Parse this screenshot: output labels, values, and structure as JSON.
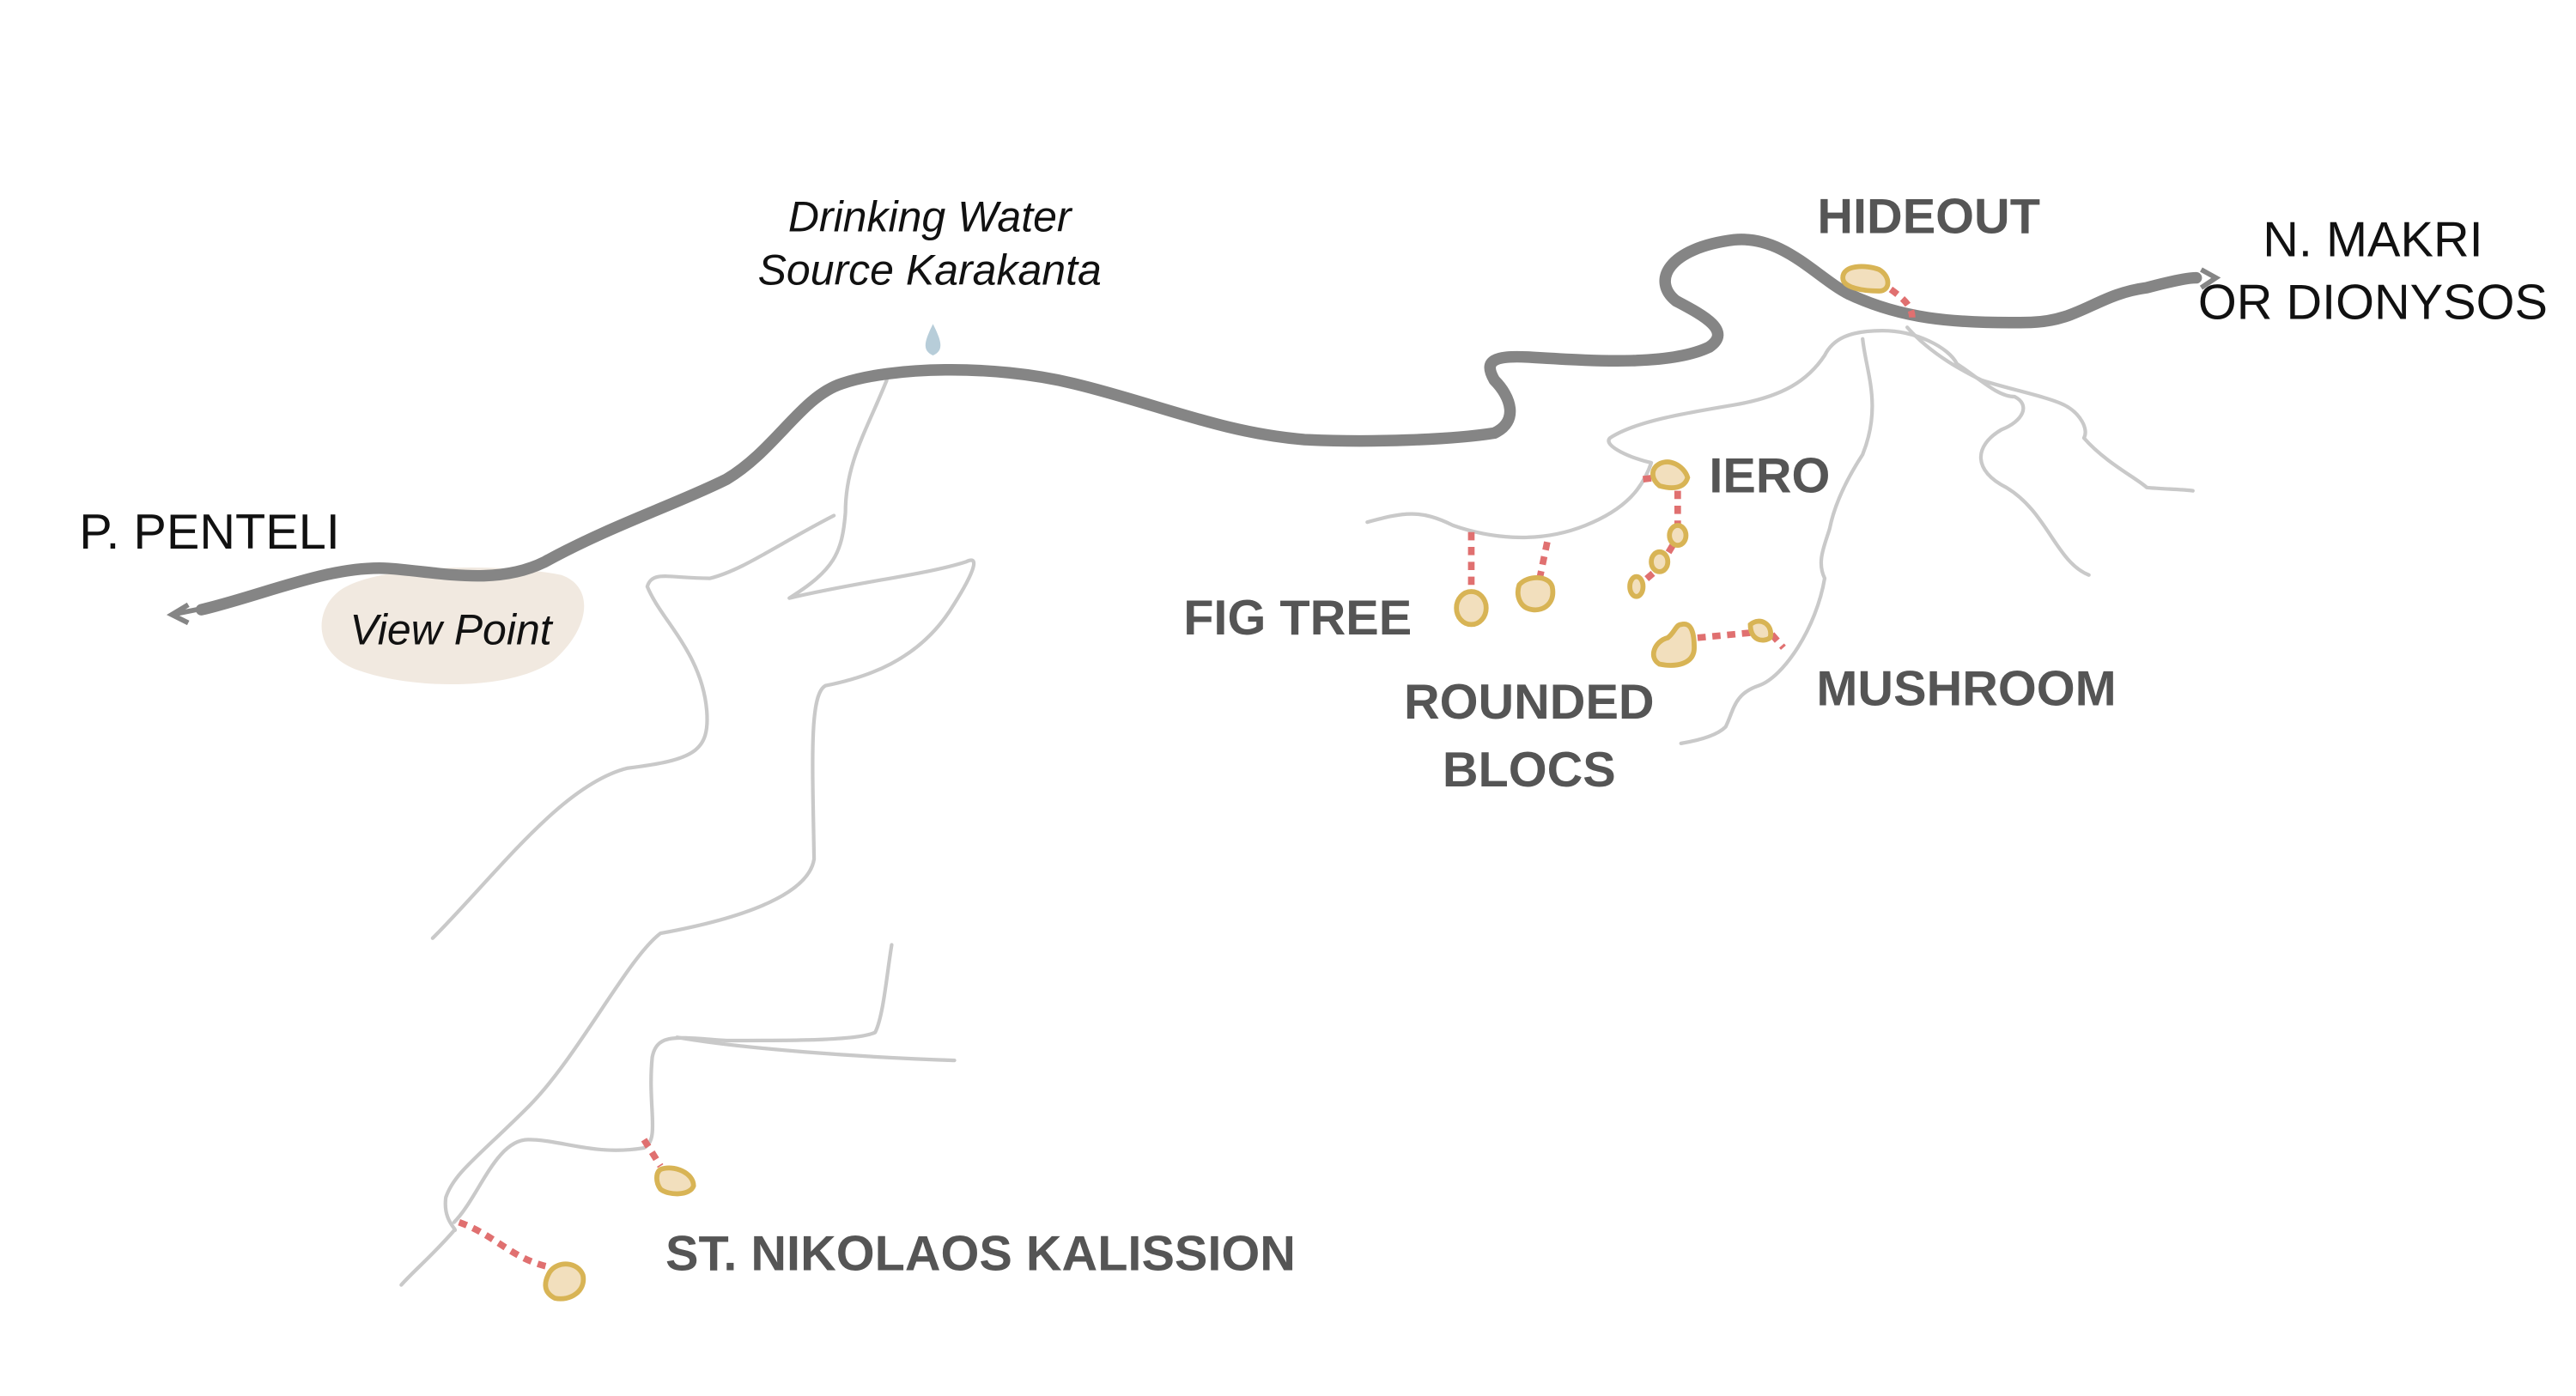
{
  "map": {
    "destinations": {
      "west": "P. PENTELI",
      "east_line1": "N. MAKRI",
      "east_line2": "OR DIONYSOS"
    },
    "poi": {
      "water_line1": "Drinking Water",
      "water_line2": "Source Karakanta",
      "viewpoint": "View Point"
    },
    "crags": {
      "hideout": "HIDEOUT",
      "iero": "IERO",
      "fig_tree": "FIG TREE",
      "rounded_line1": "ROUNDED",
      "rounded_line2": "BLOCS",
      "mushroom": "MUSHROOM",
      "st_nikolaos": "ST. NIKOLAOS KALISSION"
    },
    "colors": {
      "road": "#858585",
      "trail": "#c9c9c9",
      "approach": "#e07070",
      "boulder_fill": "#f2dfbd",
      "boulder_stroke": "#d8b455",
      "viewpoint_fill": "#f1e9e0",
      "water": "#b7cdd9"
    }
  }
}
